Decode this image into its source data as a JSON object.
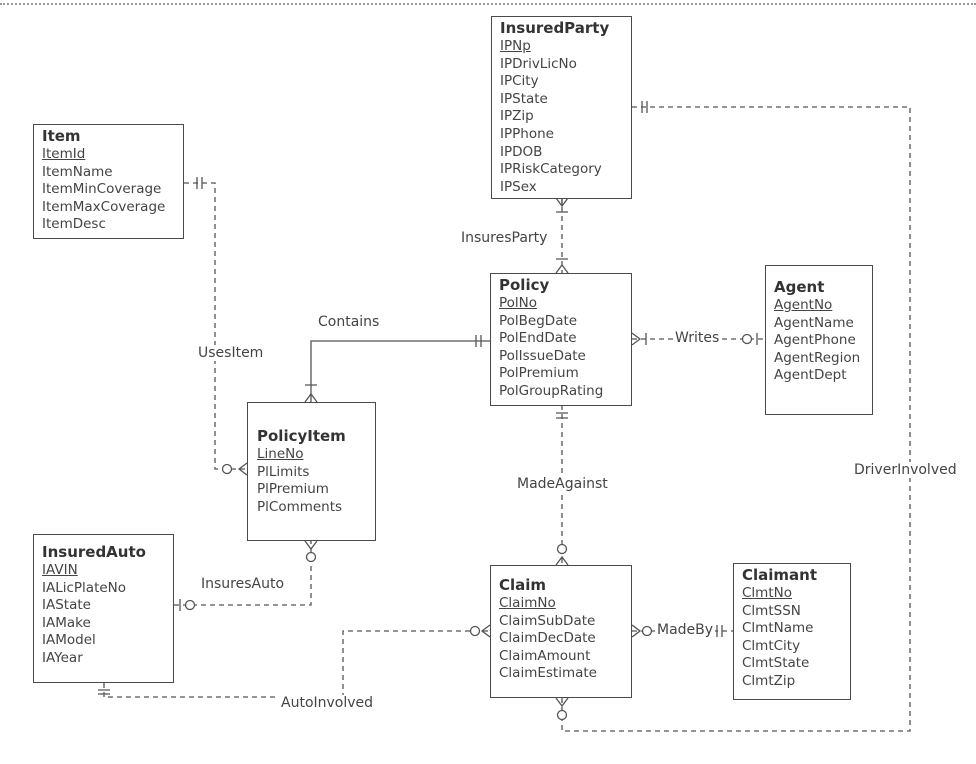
{
  "entities": {
    "insured_party": {
      "title": "InsuredParty",
      "attributes": [
        "IPNp",
        "IPDrivLicNo",
        "IPCity",
        "IPState",
        "IPZip",
        "IPPhone",
        "IPDOB",
        "IPRiskCategory",
        "IPSex"
      ]
    },
    "item": {
      "title": "Item",
      "attributes": [
        "ItemId",
        "ItemName",
        "ItemMinCoverage",
        "ItemMaxCoverage",
        "ItemDesc"
      ]
    },
    "policy": {
      "title": "Policy",
      "attributes": [
        "PolNo",
        "PolBegDate",
        "PolEndDate",
        "PolIssueDate",
        "PolPremium",
        "PolGroupRating"
      ]
    },
    "agent": {
      "title": "Agent",
      "attributes": [
        "AgentNo",
        "AgentName",
        "AgentPhone",
        "AgentRegion",
        "AgentDept"
      ]
    },
    "policy_item": {
      "title": "PolicyItem",
      "attributes": [
        "LineNo",
        "PlLimits",
        "PlPremium",
        "PlComments"
      ]
    },
    "insured_auto": {
      "title": "InsuredAuto",
      "attributes": [
        "IAVIN",
        "IALicPlateNo",
        "IAState",
        "IAMake",
        "IAModel",
        "IAYear"
      ]
    },
    "claim": {
      "title": "Claim",
      "attributes": [
        "ClaimNo",
        "ClaimSubDate",
        "ClaimDecDate",
        "ClaimAmount",
        "ClaimEstimate"
      ]
    },
    "claimant": {
      "title": "Claimant",
      "attributes": [
        "ClmtNo",
        "ClmtSSN",
        "ClmtName",
        "ClmtCity",
        "ClmtState",
        "ClmtZip"
      ]
    }
  },
  "relationships": {
    "insures_party": "InsuresParty",
    "contains": "Contains",
    "uses_item": "UsesItem",
    "writes": "Writes",
    "made_against": "MadeAgainst",
    "insures_auto": "InsuresAuto",
    "made_by": "MadeBy",
    "auto_involved": "AutoInvolved",
    "driver_involved": "DriverInvolved"
  }
}
